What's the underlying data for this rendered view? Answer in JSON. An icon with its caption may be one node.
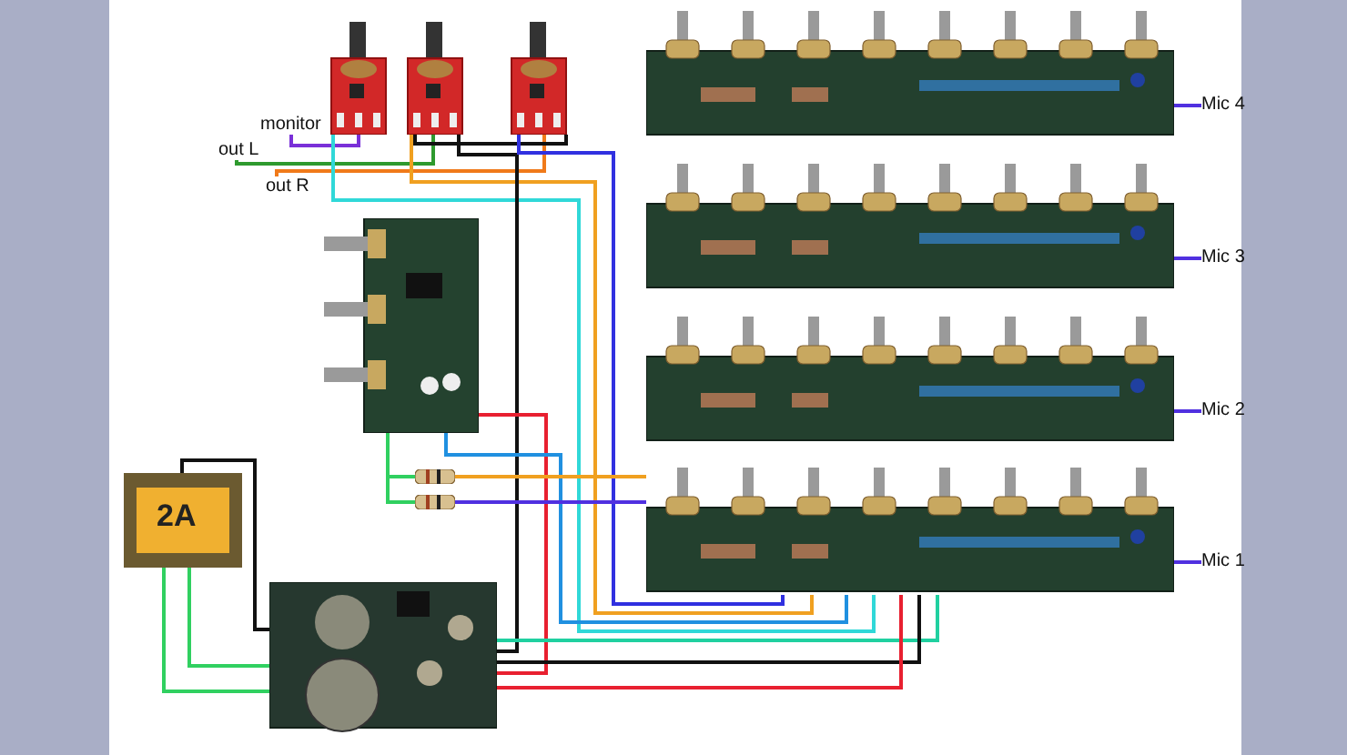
{
  "diagram": {
    "nodes": [
      {
        "text": [],
        "shape": "picture"
      },
      {
        "text": [],
        "shape": "picture"
      },
      {
        "text": [],
        "shape": "picture"
      },
      {
        "text": [],
        "shape": "picture"
      },
      {
        "text": [
          "Mic 4"
        ]
      },
      {
        "text": [
          "monitor"
        ]
      },
      {
        "text": [
          "out L"
        ]
      },
      {
        "text": [
          "out R"
        ]
      },
      {
        "text": [],
        "shape": "picture"
      },
      {
        "text": [
          "Mic 3"
        ]
      },
      {
        "text": [],
        "shape": "picture"
      },
      {
        "text": [],
        "shape": "picture"
      },
      {
        "text": [
          "Mic 2"
        ]
      },
      {
        "text": [],
        "shape": "picture"
      },
      {
        "text": [],
        "shape": "picture"
      },
      {
        "text": [
          "2A"
        ]
      },
      {
        "text": [],
        "shape": "picture"
      },
      {
        "text": [
          "Mic 1"
        ]
      },
      {
        "text": [],
        "shape": "picture"
      }
    ],
    "edges": [
      {
        "from": 5,
        "to": 0,
        "arrow": "none",
        "color": "#7a30d8"
      },
      {
        "from": 6,
        "to": 1,
        "arrow": "none",
        "color": "#2e9a2e"
      },
      {
        "from": 7,
        "to": 2,
        "arrow": "none",
        "color": "#f07a1a"
      },
      {
        "from": 1,
        "to": 2,
        "arrow": "none",
        "color": "#111111"
      },
      {
        "from": 0,
        "to": 16,
        "arrow": "none",
        "color": "#30d8d8"
      },
      {
        "from": 1,
        "to": 16,
        "arrow": "none",
        "color": "#f0a020"
      },
      {
        "from": 1,
        "to": 18,
        "arrow": "none",
        "color": "#111111"
      },
      {
        "from": 2,
        "to": 16,
        "arrow": "none",
        "color": "#3030e0"
      },
      {
        "from": 10,
        "to": 18,
        "arrow": "none",
        "color": "#e82030"
      },
      {
        "from": 10,
        "to": 16,
        "arrow": "none",
        "color": "#2090e0"
      },
      {
        "from": 10,
        "to": 13,
        "arrow": "none",
        "color": "#30d060"
      },
      {
        "from": 10,
        "to": 14,
        "arrow": "none",
        "color": "#30d060"
      },
      {
        "from": 13,
        "to": 16,
        "arrow": "none",
        "color": "#f0a020"
      },
      {
        "from": 14,
        "to": 16,
        "arrow": "none",
        "color": "#5030e0"
      },
      {
        "from": 15,
        "to": 18,
        "arrow": "none",
        "color": "#111111"
      },
      {
        "from": 15,
        "to": 18,
        "arrow": "none",
        "color": "#30d060"
      },
      {
        "from": 15,
        "to": 18,
        "arrow": "none",
        "color": "#30d060"
      },
      {
        "from": 18,
        "to": 16,
        "arrow": "none",
        "color": "#20d0a0"
      },
      {
        "from": 18,
        "to": 16,
        "arrow": "none",
        "color": "#111111"
      },
      {
        "from": 18,
        "to": 16,
        "arrow": "none",
        "color": "#e82030"
      },
      {
        "from": 4,
        "to": 3,
        "arrow": "none",
        "color": "#5030e0"
      },
      {
        "from": 9,
        "to": 8,
        "arrow": "none",
        "color": "#5030e0"
      },
      {
        "from": 12,
        "to": 11,
        "arrow": "none",
        "color": "#5030e0"
      },
      {
        "from": 17,
        "to": 16,
        "arrow": "none",
        "color": "#5030e0"
      }
    ]
  }
}
